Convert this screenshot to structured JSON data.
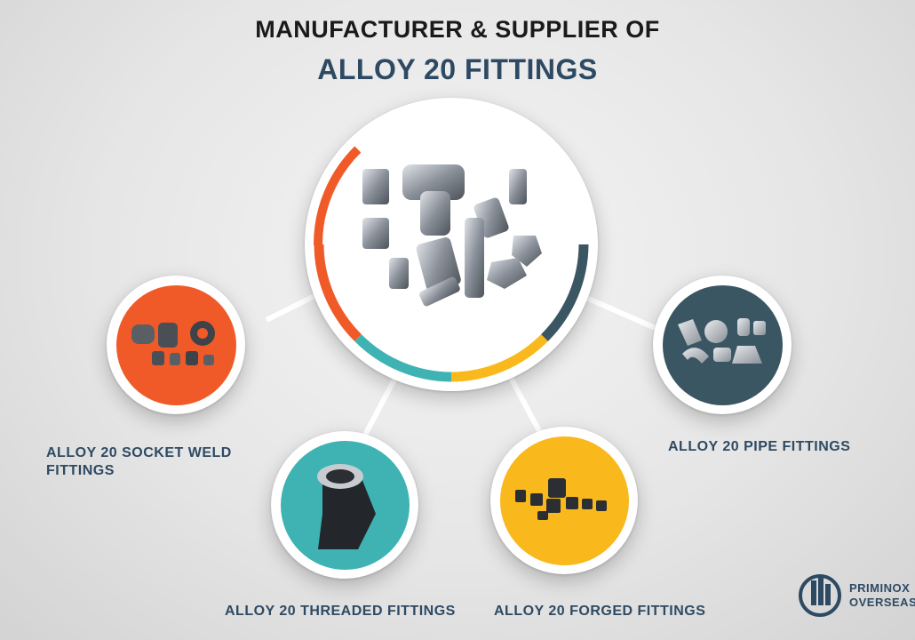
{
  "header": {
    "line1": "MANUFACTURER & SUPPLIER OF",
    "line2": "ALLOY 20 FITTINGS"
  },
  "categories": [
    {
      "label_line1": "ALLOY 20 SOCKET WELD",
      "label_line2": "FITTINGS",
      "accent": "#f05a28"
    },
    {
      "label_line1": "ALLOY 20 THREADED FITTINGS",
      "accent": "#3fb3b3"
    },
    {
      "label_line1": "ALLOY 20 FORGED FITTINGS",
      "accent": "#f9b91c"
    },
    {
      "label_line1": "ALLOY 20 PIPE FITTINGS",
      "accent": "#3b5663"
    }
  ],
  "center": {
    "ring_colors": [
      "#f05a28",
      "#3fb3b3",
      "#f9b91c",
      "#3b5663"
    ]
  },
  "logo": {
    "name_line1": "PRIMINOX",
    "name_line2": "OVERSEAS",
    "color": "#2e4a63"
  }
}
